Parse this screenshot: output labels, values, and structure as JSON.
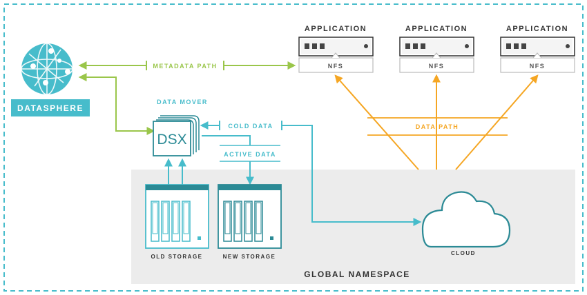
{
  "colors": {
    "teal": "#47bccb",
    "teal_dark": "#2b8a95",
    "green": "#9ac64a",
    "orange": "#f5a623",
    "gray_stroke": "#9a9a9a",
    "region_fill": "#ececec",
    "text_dark": "#333333"
  },
  "applications": [
    {
      "title": "APPLICATION",
      "protocol": "NFS"
    },
    {
      "title": "APPLICATION",
      "protocol": "NFS"
    },
    {
      "title": "APPLICATION",
      "protocol": "NFS"
    }
  ],
  "datasphere": {
    "label": "DATASPHERE",
    "icon": "globe-network-icon"
  },
  "metadata_path": {
    "label": "METADATA PATH"
  },
  "data_path": {
    "label": "DATA PATH"
  },
  "data_mover": {
    "label": "DATA MOVER",
    "box_text": "DSX"
  },
  "cold_data": {
    "label": "COLD DATA"
  },
  "active_data": {
    "label": "ACTIVE DATA"
  },
  "old_storage": {
    "label": "OLD STORAGE"
  },
  "new_storage": {
    "label": "NEW STORAGE"
  },
  "cloud": {
    "label": "CLOUD",
    "icon": "cloud-icon"
  },
  "global_namespace": {
    "label": "GLOBAL NAMESPACE"
  }
}
